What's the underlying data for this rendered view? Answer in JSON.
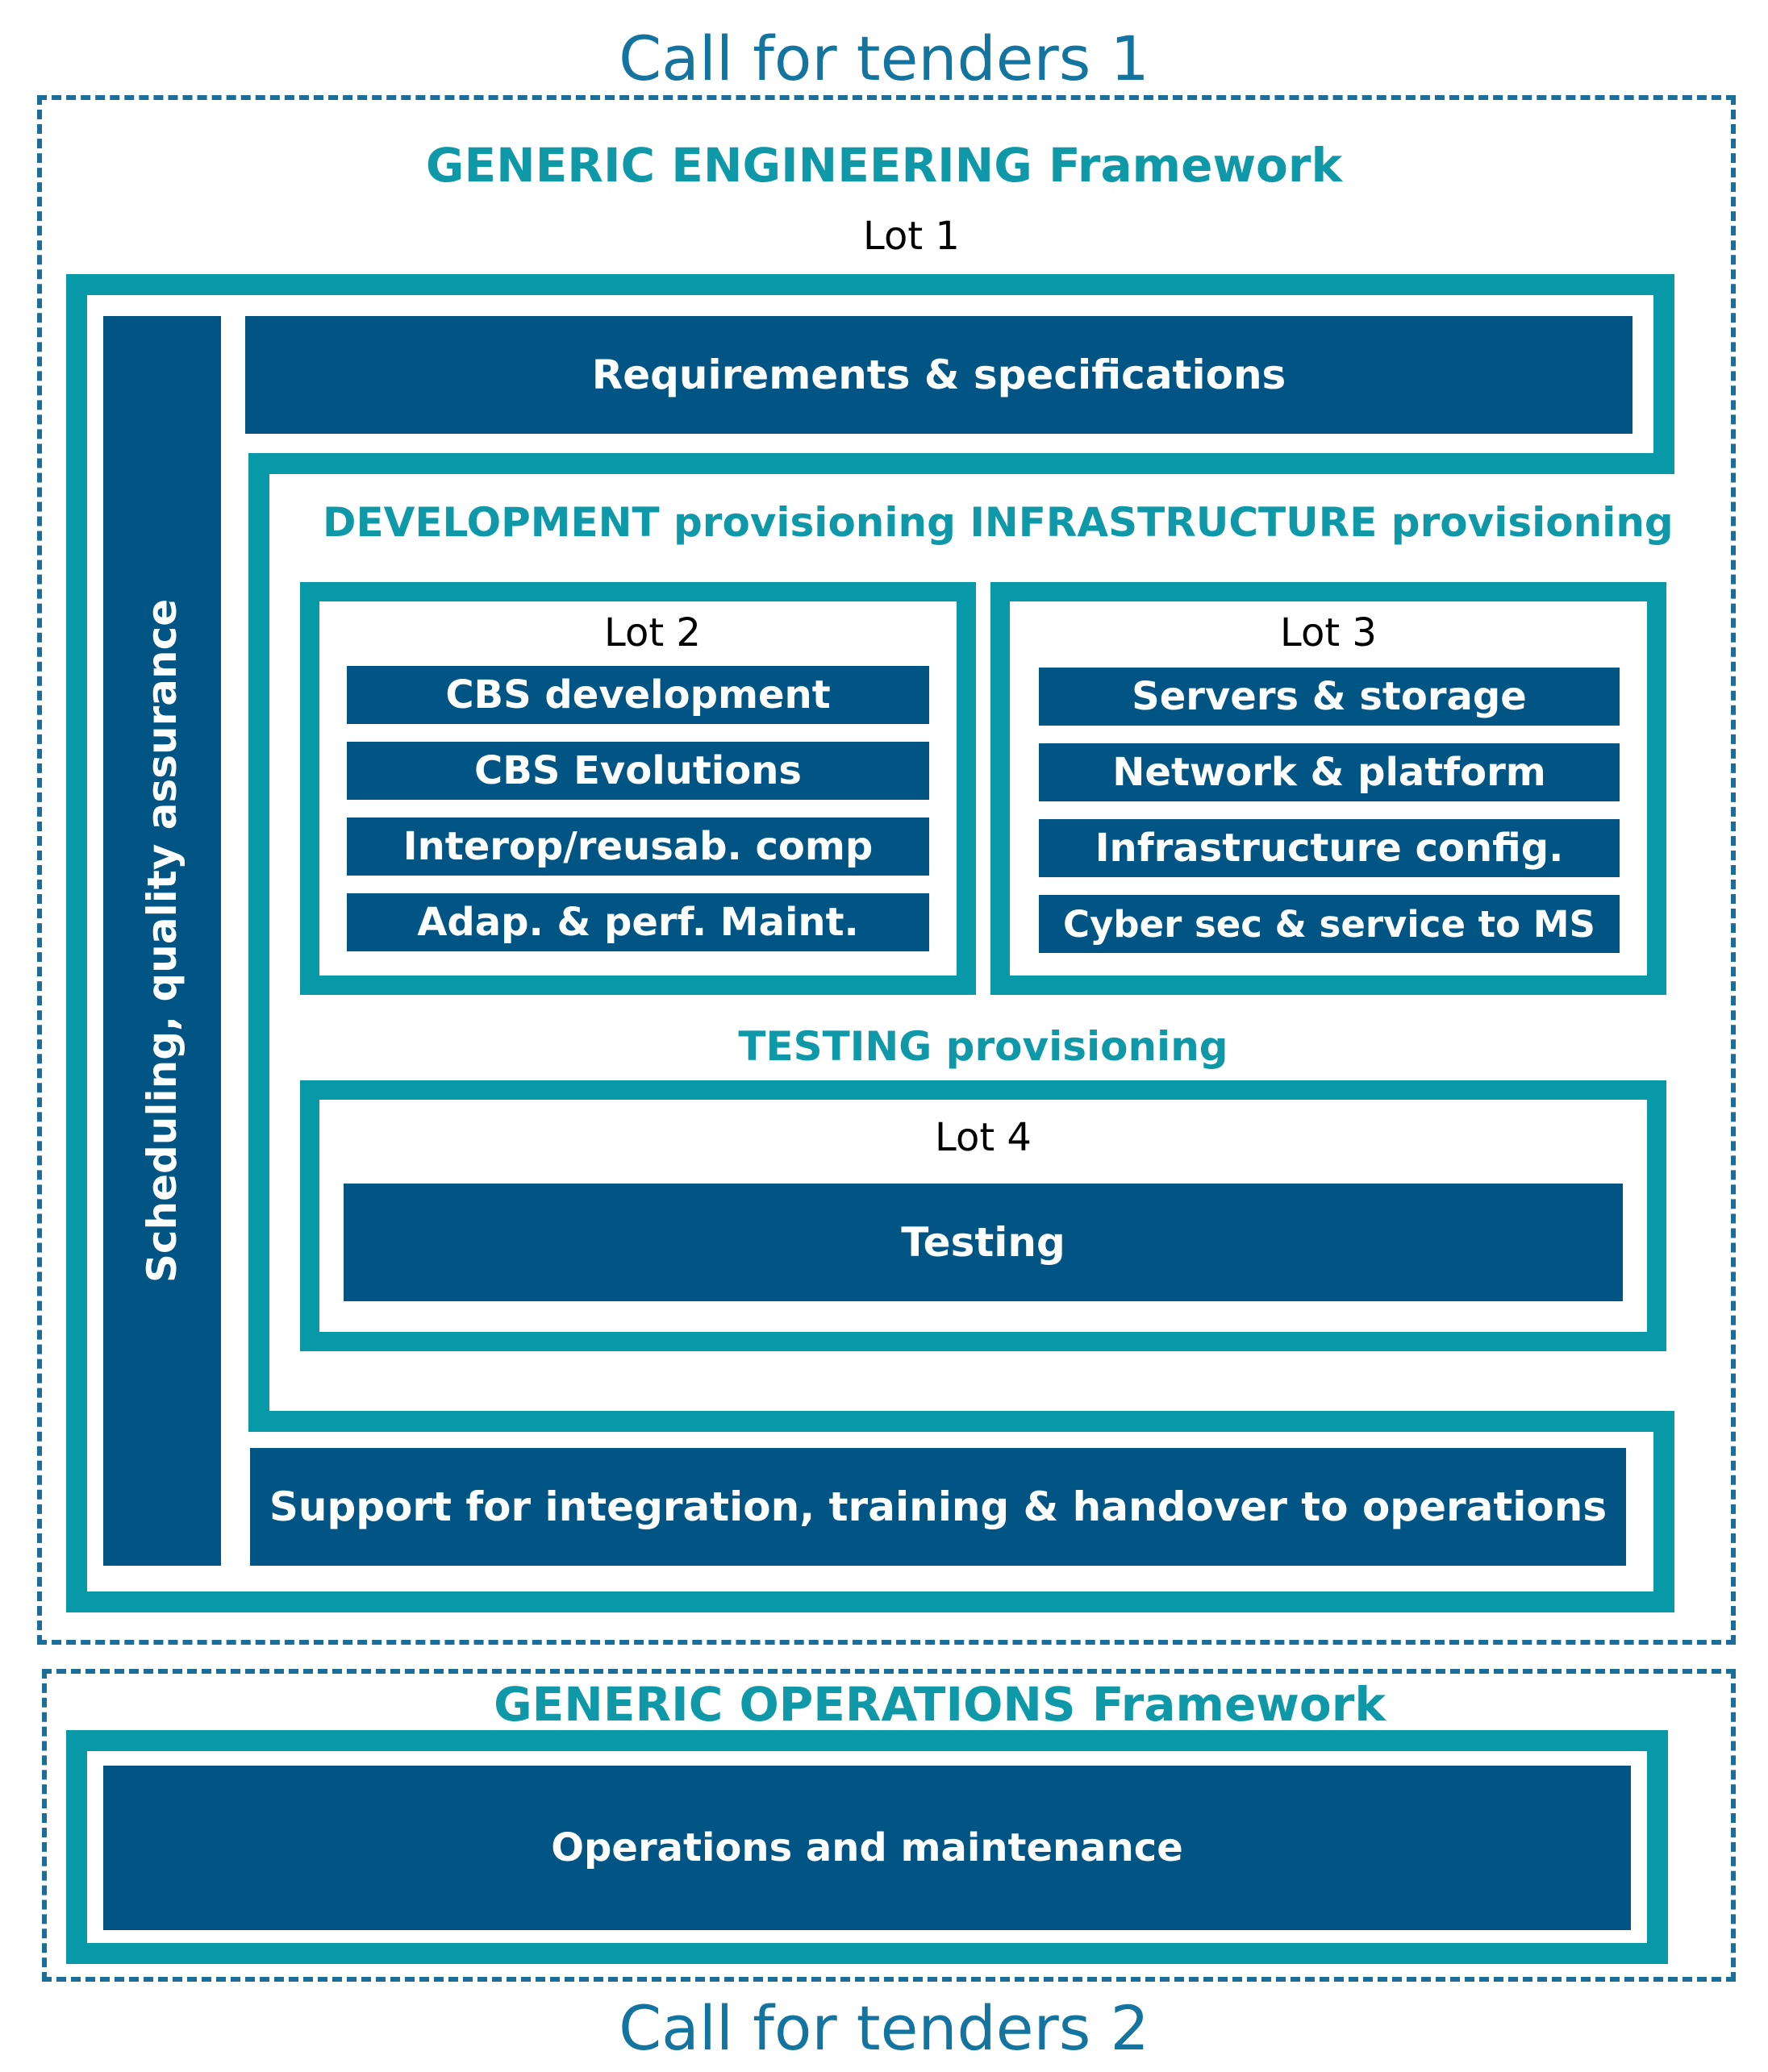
{
  "call_top": "Call for tenders 1",
  "call_bottom": "Call for tenders 2",
  "engineering": {
    "title": "GENERIC ENGINEERING Framework",
    "lot": "Lot 1",
    "requirements": "Requirements & specifications",
    "vertical": "Scheduling, quality assurance",
    "support": "Support for integration, training & handover to operations",
    "provisioning_heading": "DEVELOPMENT provisioning INFRASTRUCTURE provisioning",
    "lot2": {
      "label": "Lot 2",
      "items": [
        "CBS development",
        "CBS Evolutions",
        "Interop/reusab. comp",
        "Adap. & perf. Maint."
      ]
    },
    "lot3": {
      "label": "Lot 3",
      "items": [
        "Servers & storage",
        "Network & platform",
        "Infrastructure config.",
        "Cyber sec & service to MS"
      ]
    },
    "testing_heading": "TESTING provisioning",
    "lot4": {
      "label": "Lot 4",
      "item": "Testing"
    }
  },
  "operations": {
    "title": "GENERIC OPERATIONS Framework",
    "item": "Operations and maintenance"
  }
}
